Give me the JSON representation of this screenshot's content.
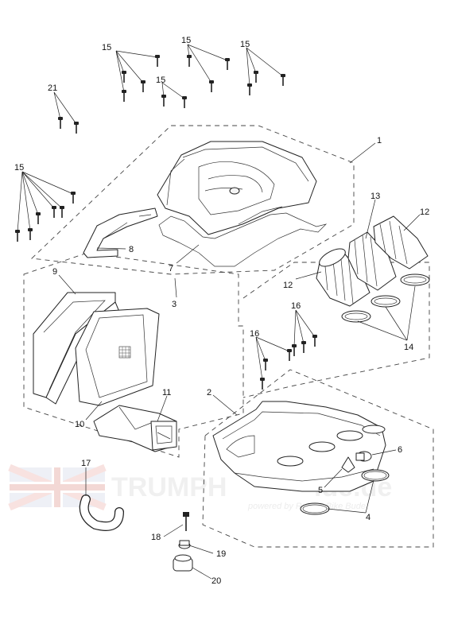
{
  "diagram": {
    "callouts": [
      "1",
      "2",
      "3",
      "4",
      "5",
      "6",
      "7",
      "8",
      "9",
      "10",
      "11",
      "12",
      "12",
      "13",
      "14",
      "15",
      "15",
      "15",
      "15",
      "15",
      "16",
      "16",
      "17",
      "18",
      "19",
      "20",
      "21"
    ],
    "watermark": {
      "brand": "TRUMPH",
      "brand_suffix": "ide.de",
      "subtitle": "powered by Rakers Bike Bude"
    },
    "colors": {
      "line": "#222222",
      "dashed_group": "#444444",
      "watermark": "#c9c9c9",
      "flag_red": "#c0392b",
      "flag_blue": "#2c3e7a"
    }
  }
}
